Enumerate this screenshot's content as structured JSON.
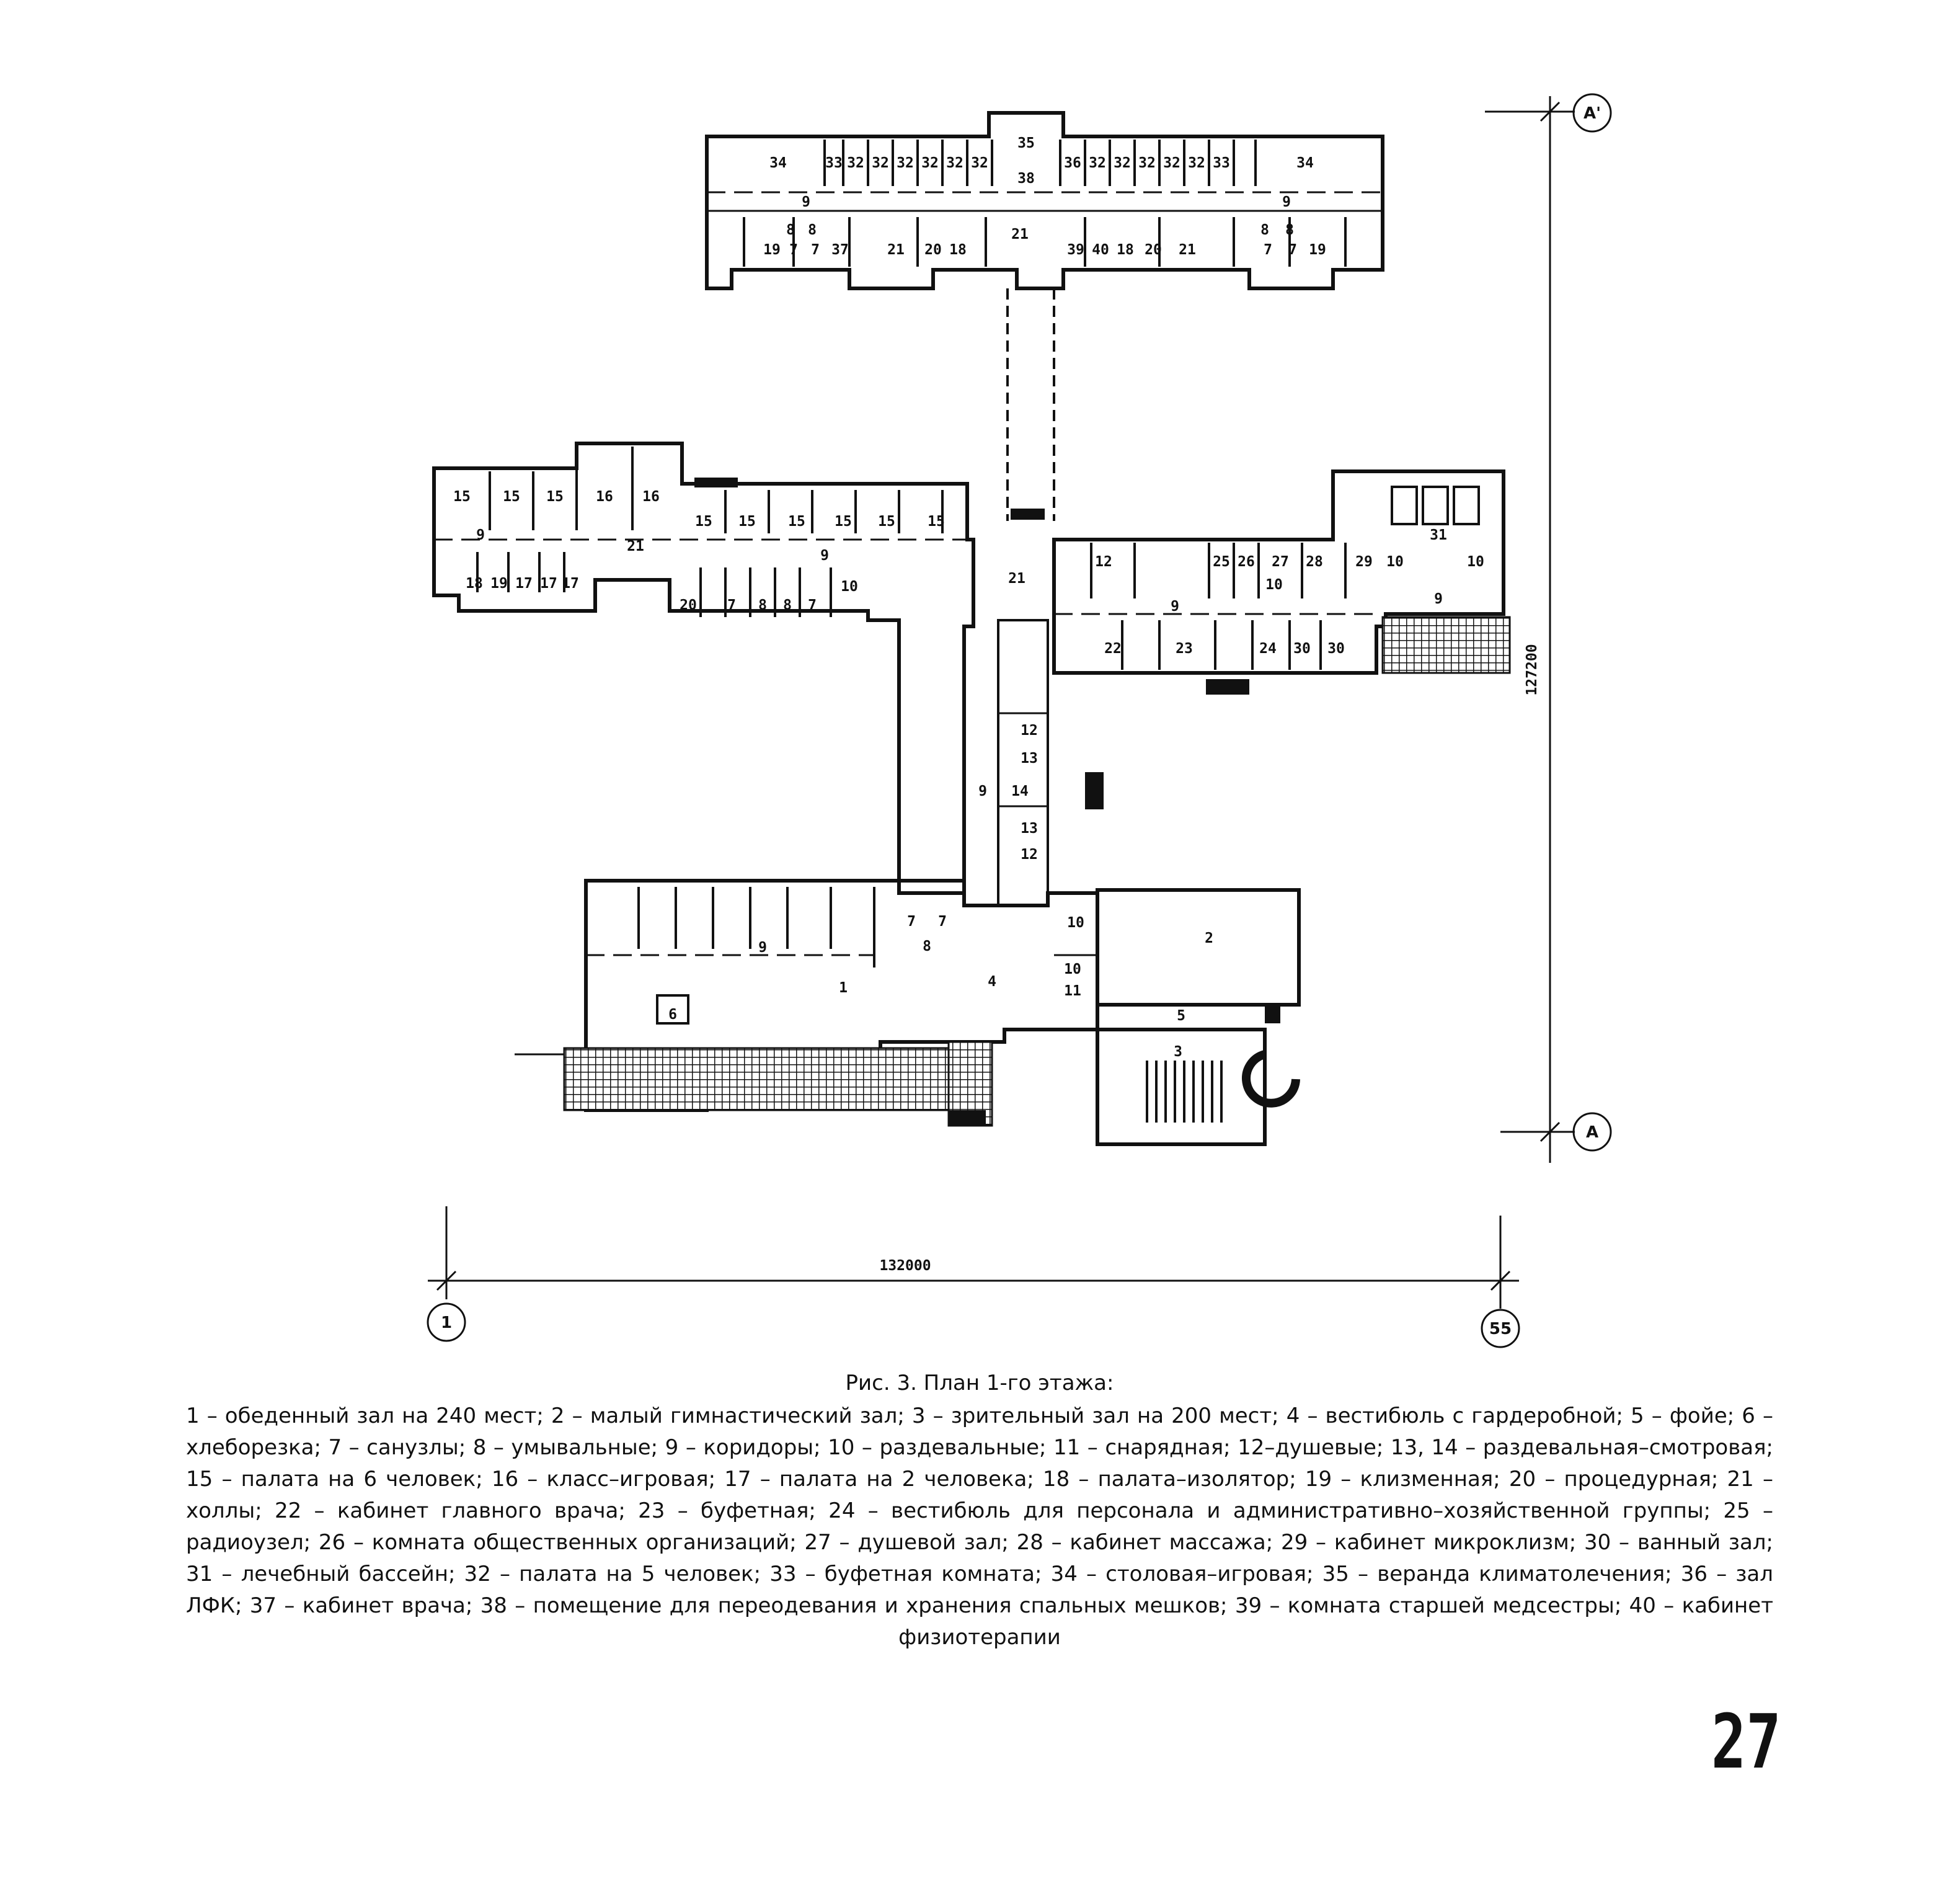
{
  "plan": {
    "north_block": {
      "row_a": [
        "34",
        "33",
        "32",
        "32",
        "32",
        "32",
        "32",
        "32",
        "35",
        "36",
        "32",
        "32",
        "32",
        "32",
        "32",
        "33",
        "34"
      ],
      "row_b": [
        "38",
        "9",
        "9"
      ],
      "row_c": [
        "8",
        "8",
        "19",
        "7",
        "7",
        "37",
        "21",
        "20",
        "18",
        "21",
        "39",
        "40",
        "18",
        "20",
        "21",
        "8",
        "8",
        "7",
        "7",
        "19"
      ]
    },
    "west_wing": {
      "row_a": [
        "15",
        "15",
        "15",
        "16",
        "16",
        "15",
        "15",
        "15",
        "15",
        "15",
        "15"
      ],
      "row_b": [
        "9",
        "21",
        "9"
      ],
      "row_c": [
        "18",
        "19",
        "17",
        "17",
        "17",
        "20",
        "7",
        "8",
        "8",
        "7",
        "10"
      ]
    },
    "east_wing": {
      "row_a": [
        "12",
        "25",
        "26",
        "27",
        "28",
        "29",
        "10",
        "31",
        "10"
      ],
      "row_b": [
        "21",
        "9",
        "10",
        "9"
      ],
      "row_c": [
        "22",
        "23",
        "24",
        "30",
        "30"
      ]
    },
    "connector": [
      "12",
      "13",
      "14",
      "13",
      "12",
      "9"
    ],
    "south_block": [
      "9",
      "1",
      "6",
      "7",
      "7",
      "8",
      "4",
      "10",
      "10",
      "11",
      "2",
      "5",
      "3"
    ],
    "dimensions": {
      "horizontal": "132000",
      "vertical": "127200"
    },
    "axes": {
      "left": "1",
      "right": "55",
      "top": "A'",
      "bottom": "A"
    }
  },
  "caption": {
    "title": "Рис. 3. План 1-го этажа:",
    "body": "1 – обеденный зал на 240 мест; 2 – малый гимнастический зал; 3 – зрительный зал на 200 мест; 4 – вестибюль с гардеробной; 5 – фойе; 6 – хлеборезка; 7 – санузлы; 8 – умывальные; 9 – коридоры; 10 – раздевальные; 11 – снарядная; 12–душевые; 13, 14 – раздевальная–смотровая; 15 – палата на 6 человек; 16 – класс–игровая; 17 – палата на 2 человека; 18 – палата–изолятор; 19 – клизменная; 20 – процедурная; 21 – холлы; 22 – кабинет главного врача; 23 – буфетная; 24 – вестибюль для персонала и административно–хозяйственной группы; 25 – радиоузел; 26 – комната общественных организаций; 27 – душевой зал; 28 – кабинет массажа; 29 – кабинет микроклизм; 30 – ванный зал; 31 – лечебный бассейн; 32 – палата на 5 человек; 33 – буфетная комната; 34 – столовая–игровая; 35 – веранда климатолечения; 36 – зал ЛФК; 37 – кабинет врача; 38 – помещение для переодевания и хранения спальных мешков; 39 – комната старшей медсестры; 40 – кабинет физиотерапии"
  },
  "page_number": "27"
}
